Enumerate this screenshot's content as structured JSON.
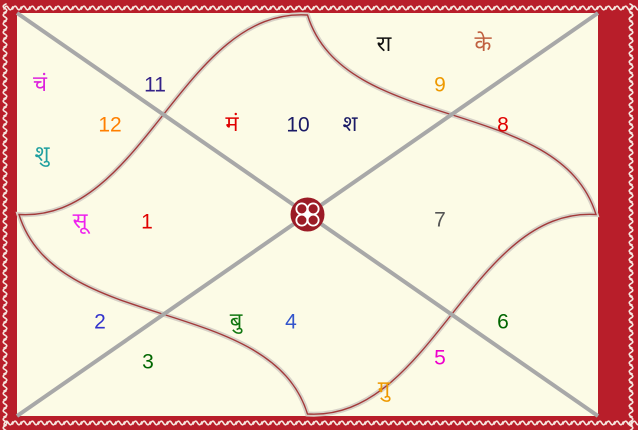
{
  "chart_data": {
    "type": "kundli-north-indian",
    "houses": [
      {
        "house": 1,
        "sign": "1",
        "sign_color": "#e00000",
        "planets": [
          {
            "name": "सू",
            "color": "#ee22ee"
          }
        ]
      },
      {
        "house": 2,
        "sign": "12",
        "sign_color": "#ff7f00",
        "planets": [
          {
            "name": "चं",
            "color": "#dd22dd"
          },
          {
            "name": "शु",
            "color": "#20a0a0"
          }
        ]
      },
      {
        "house": 3,
        "sign": "11",
        "sign_color": "#332288",
        "planets": []
      },
      {
        "house": 4,
        "sign": "10",
        "sign_color": "#1a1a66",
        "planets": [
          {
            "name": "मं",
            "color": "#e00000"
          },
          {
            "name": "श",
            "color": "#1a1a66"
          }
        ]
      },
      {
        "house": 5,
        "sign": "9",
        "sign_color": "#ee9900",
        "planets": [
          {
            "name": "रा",
            "color": "#111111"
          },
          {
            "name": "के",
            "color": "#c06040"
          }
        ]
      },
      {
        "house": 6,
        "sign": "8",
        "sign_color": "#e00000",
        "planets": []
      },
      {
        "house": 7,
        "sign": "7",
        "sign_color": "#555555",
        "planets": []
      },
      {
        "house": 8,
        "sign": "6",
        "sign_color": "#006600",
        "planets": []
      },
      {
        "house": 9,
        "sign": "5",
        "sign_color": "#ee00cc",
        "planets": [
          {
            "name": "गु",
            "color": "#ee9900"
          }
        ]
      },
      {
        "house": 10,
        "sign": "4",
        "sign_color": "#3355cc",
        "planets": [
          {
            "name": "बु",
            "color": "#117711"
          }
        ]
      },
      {
        "house": 11,
        "sign": "3",
        "sign_color": "#006600",
        "planets": []
      },
      {
        "house": 12,
        "sign": "2",
        "sign_color": "#3333cc",
        "planets": []
      }
    ]
  },
  "colors": {
    "background": "#fcfbe6",
    "border_red": "#b81e2a",
    "border_light": "#f6e8e0",
    "diagonal": "#a8a8a8",
    "curve_outer": "#a33a3a",
    "curve_inner": "#d8d2c8",
    "center_knot": "#9b1b26"
  },
  "icons": {
    "center": "lotus-knot-icon",
    "border": "decorative-wave-border"
  }
}
